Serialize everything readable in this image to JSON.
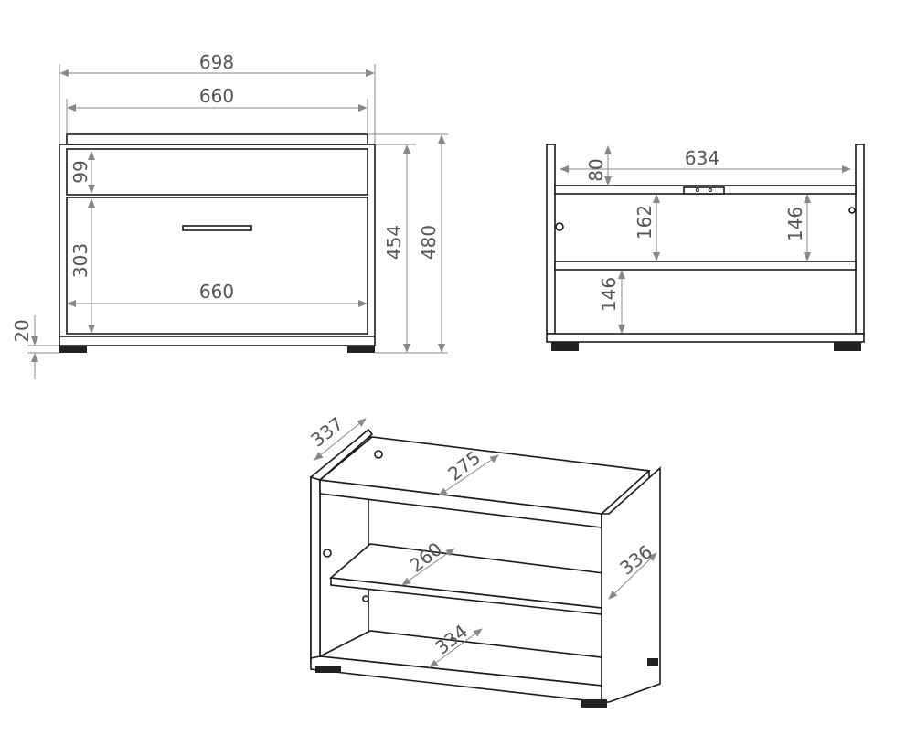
{
  "front_view": {
    "width_total": "698",
    "width_top": "660",
    "drawer_height": "99",
    "door_height": "303",
    "door_width": "660",
    "body_height": "454",
    "total_height": "480",
    "feet_height": "20"
  },
  "back_view": {
    "inner_width": "634",
    "top_gap": "80",
    "compartment_height": "162",
    "compartment_height_right": "146",
    "bottom_compartment_height": "146"
  },
  "iso_view": {
    "depth": "337",
    "top_depth": "275",
    "shelf_depth": "260",
    "side_depth": "336",
    "bottom_depth": "334"
  },
  "colors": {
    "line": "#1a1a1a",
    "dimension": "#888888"
  }
}
